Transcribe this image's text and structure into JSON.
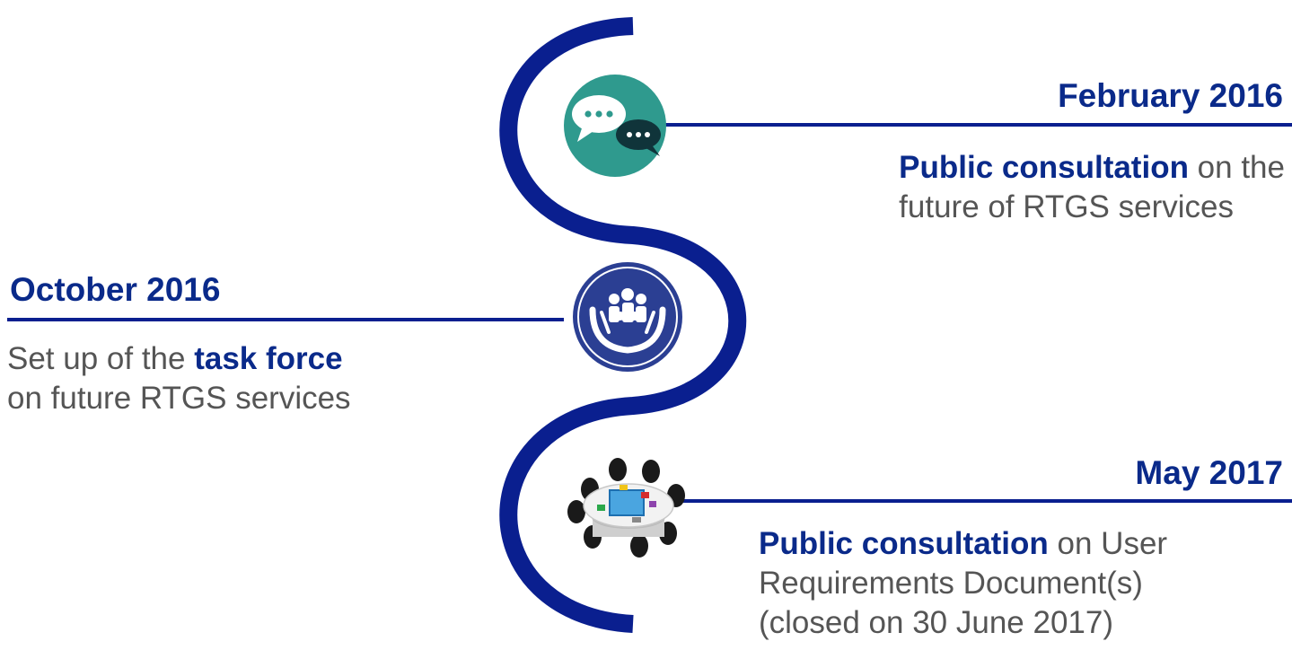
{
  "colors": {
    "curve": "#0a1f8f",
    "line": "#0a1f8f",
    "heading": "#0a2a8a",
    "body_text": "#555555",
    "chat_icon_bg": "#2f9a8e",
    "people_icon_bg": "#2b3f93"
  },
  "events": [
    {
      "date": "February 2016",
      "bold": "Public consultation",
      "rest": " on the",
      "line2": "future of RTGS services",
      "icon": "chat-bubbles-icon"
    },
    {
      "date": "October 2016",
      "pre": "Set up of the ",
      "bold": "task force",
      "line2": "on future RTGS services",
      "icon": "people-in-hands-icon"
    },
    {
      "date": "May 2017",
      "bold": "Public consultation",
      "rest": " on User",
      "line2": "Requirements Document(s)",
      "line3": "(closed on 30 June 2017)",
      "icon": "meeting-table-icon"
    }
  ]
}
